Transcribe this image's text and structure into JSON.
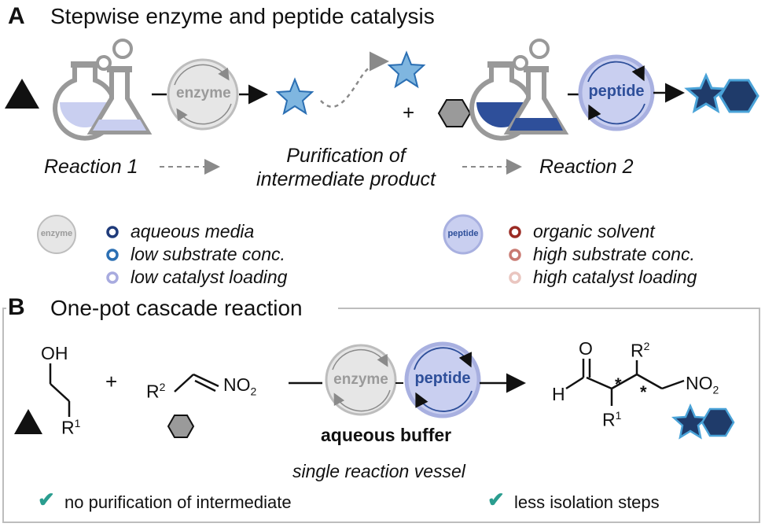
{
  "panel_a": {
    "letter": "A",
    "title": "Stepwise enzyme and peptide catalysis",
    "enzyme_label": "enzyme",
    "peptide_label": "peptide",
    "plus": "+",
    "reaction1": "Reaction 1",
    "purification_line1": "Purification of",
    "purification_line2": "intermediate product",
    "reaction2": "Reaction 2"
  },
  "legend": {
    "enzyme_icon_label": "enzyme",
    "peptide_icon_label": "peptide",
    "enzyme_items": [
      {
        "text": "aqueous media",
        "color": "#1f3b7a"
      },
      {
        "text": "low substrate conc.",
        "color": "#2b6fb3"
      },
      {
        "text": "low catalyst loading",
        "color": "#a8abdf"
      }
    ],
    "peptide_items": [
      {
        "text": "organic solvent",
        "color": "#9b2b24"
      },
      {
        "text": "high substrate conc.",
        "color": "#c97a72"
      },
      {
        "text": "high catalyst loading",
        "color": "#eac6c0"
      }
    ]
  },
  "panel_b": {
    "letter": "B",
    "title": "One-pot cascade reaction",
    "oh": "OH",
    "r": "R",
    "sup1": "1",
    "sup2": "2",
    "no": "NO",
    "sub2": "2",
    "plus": "+",
    "o": "O",
    "h": "H",
    "star_mark": "*",
    "enzyme_label": "enzyme",
    "peptide_label": "peptide",
    "buffer": "aqueous buffer",
    "vessel": "single reaction vessel",
    "check_mark": "✔",
    "check1": "no purification of intermediate",
    "check2": "less isolation steps"
  }
}
